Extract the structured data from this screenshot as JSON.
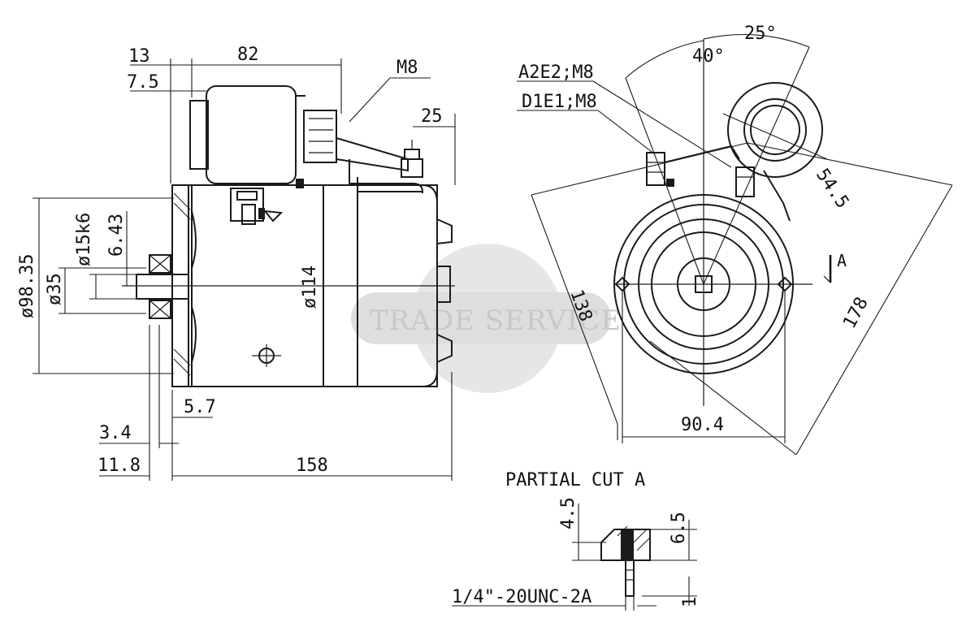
{
  "side_view": {
    "dim_13": "13",
    "dim_82": "82",
    "dim_7_5": "7.5",
    "dim_m8": "M8",
    "dim_25": "25",
    "dim_98_35": "ø98.35",
    "dim_35": "ø35",
    "dim_15k6": "ø15k6",
    "dim_6_43": "6.43",
    "dim_114": "ø114",
    "dim_5_7": "5.7",
    "dim_3_4": "3.4",
    "dim_11_8": "11.8",
    "dim_158": "158"
  },
  "front_view": {
    "terminal_a2e2": "A2E2;M8",
    "terminal_d1e1": "D1E1;M8",
    "angle_40": "40°",
    "angle_25": "25°",
    "dim_54_5": "54.5",
    "dim_138": "138",
    "dim_178": "178",
    "dim_90_4": "90.4",
    "section_marker": "A"
  },
  "partial_cut": {
    "title": "PARTIAL CUT A",
    "dim_4_5": "4.5",
    "dim_6_5": "6.5",
    "thread": "1/4\"-20UNC-2A",
    "dim_1": "1"
  },
  "watermark": {
    "text": "TRADE SERVICE"
  }
}
